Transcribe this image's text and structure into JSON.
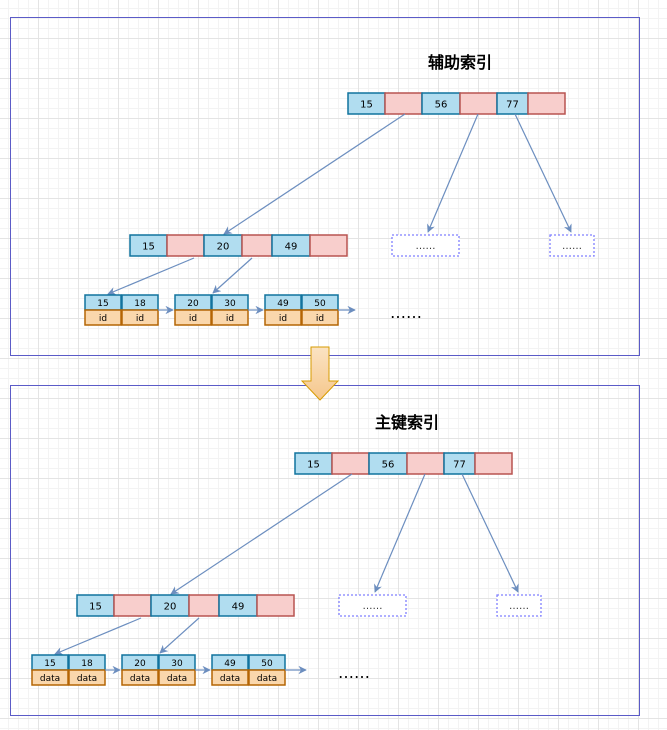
{
  "secondary_index": {
    "title": "辅助索引",
    "root_keys": [
      "15",
      "56",
      "77"
    ],
    "level2_keys": [
      "15",
      "20",
      "49"
    ],
    "placeholder_1": "……",
    "placeholder_2": "……",
    "leaves": [
      {
        "keys": [
          "15",
          "18"
        ],
        "values": [
          "id",
          "id"
        ]
      },
      {
        "keys": [
          "20",
          "30"
        ],
        "values": [
          "id",
          "id"
        ]
      },
      {
        "keys": [
          "49",
          "50"
        ],
        "values": [
          "id",
          "id"
        ]
      }
    ],
    "ellipsis": "……"
  },
  "primary_index": {
    "title": "主键索引",
    "root_keys": [
      "15",
      "56",
      "77"
    ],
    "level2_keys": [
      "15",
      "20",
      "49"
    ],
    "placeholder_1": "……",
    "placeholder_2": "……",
    "leaves": [
      {
        "keys": [
          "15",
          "18"
        ],
        "values": [
          "data",
          "data"
        ]
      },
      {
        "keys": [
          "20",
          "30"
        ],
        "values": [
          "data",
          "data"
        ]
      },
      {
        "keys": [
          "49",
          "50"
        ],
        "values": [
          "data",
          "data"
        ]
      }
    ],
    "ellipsis": "……"
  },
  "colors": {
    "key_fill": "#b1ddf0",
    "key_stroke": "#10739e",
    "ptr_fill": "#f8cecc",
    "ptr_stroke": "#b85450",
    "leaf_key_fill": "#b1ddf0",
    "leaf_val_fill": "#fad7ac",
    "leaf_val_stroke": "#b46504",
    "arrow": "#6c8ebf",
    "placeholder_stroke": "#7f7fff",
    "transition_fill": "#fad7ac"
  }
}
